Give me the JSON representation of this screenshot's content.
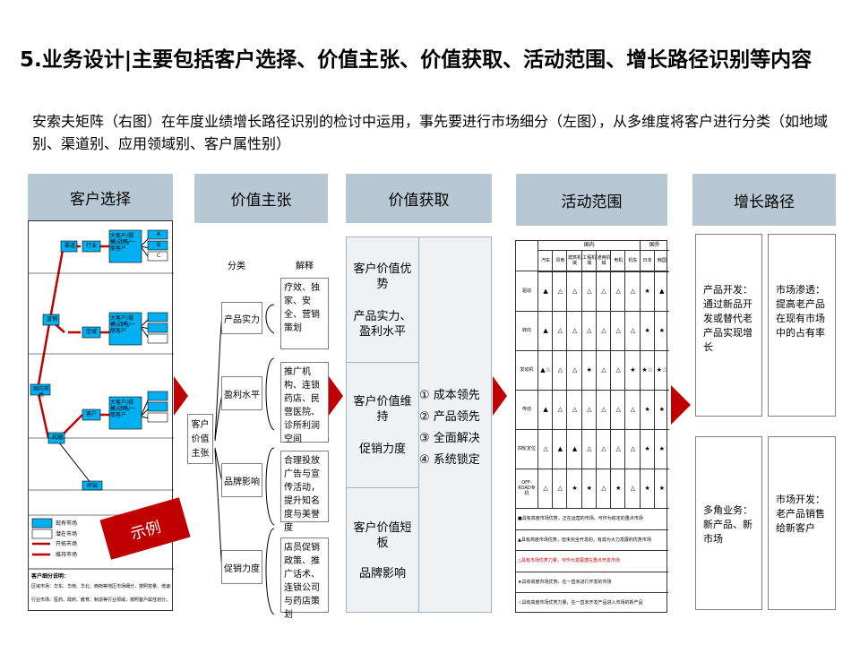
{
  "header": {
    "title": "5.业务设计|主要包括客户选择、价值主张、价值获取、活动范围、增长路径识别等内容",
    "subtitle": "安索夫矩阵（右图）在年度业绩增长路径识别的检讨中运用，事先要进行市场细分（左图），从多维度将客户进行分类（如地域别、渠道别、应用领域别、客户属性别）"
  },
  "columns": {
    "customer": "客户选择",
    "value_prop": "价值主张",
    "value_capture": "价值获取",
    "scope": "活动范围",
    "growth": "增长路径"
  },
  "customer_panel": {
    "stamp": "示例",
    "root": "国内市场",
    "level1": [
      "直销",
      "渠道",
      "代理"
    ],
    "level2": [
      "行业",
      "区域",
      "客户",
      "终端"
    ],
    "leaf_text": "大客户/规模/战略/一般客户",
    "small_tags": [
      "A",
      "B",
      "C"
    ],
    "legend": [
      "现有市场",
      "潜在市场",
      "开拓市场",
      "维持市场"
    ],
    "notes_title": "客户细分说明：",
    "notes": [
      "区域市场：华东、华南、华北、西南等地区市场细分，按照容量、增速划分。",
      "行业市场：医药、政府、教育、制造等行业领域，按照客户属性划分。"
    ]
  },
  "value_prop": {
    "head_category": "分类",
    "head_explain": "解释",
    "center": "客户价值主张",
    "items": [
      {
        "name": "产品实力",
        "explain": "疗效、独家、安全、营销策划"
      },
      {
        "name": "盈利水平",
        "explain": "推广机构、连锁药店、民营医院、诊所利润空间"
      },
      {
        "name": "品牌影响",
        "explain": "合理投放广告与宣传活动，提升知名度与美誉度"
      },
      {
        "name": "促销力度",
        "explain": "店员促销政策、推广话术、连锁公司与药店策划"
      }
    ]
  },
  "value_capture": {
    "left": [
      {
        "title": "客户价值优势",
        "sub": "产品实力、盈利水平"
      },
      {
        "title": "客户价值维持",
        "sub": "促销力度"
      },
      {
        "title": "客户价值短板",
        "sub": "品牌影响"
      }
    ],
    "right": [
      "① 成本领先",
      "② 产品领先",
      "③ 全面解决",
      "④ 系统锁定"
    ]
  },
  "scope": {
    "group_domestic": "国内",
    "group_foreign": "国外",
    "columns": [
      "汽车",
      "风电",
      "建筑机械",
      "工程机械",
      "通用机械",
      "电机",
      "机车",
      "日本",
      "韩国"
    ],
    "rows": [
      {
        "name": "驱动",
        "marks": [
          "▲",
          "△",
          "△",
          "△",
          "△",
          "△",
          "△",
          "★",
          "▲"
        ]
      },
      {
        "name": "转向",
        "marks": [
          "▲",
          "△",
          "△",
          "△",
          "△",
          "△",
          "△",
          "★",
          "★"
        ]
      },
      {
        "name": "发动机",
        "marks": [
          "▲☆",
          "△",
          "△",
          "★",
          "△",
          "△",
          "★",
          "★☆",
          "★☆"
        ]
      },
      {
        "name": "传动",
        "marks": [
          "▲",
          "△",
          "△",
          "△",
          "△",
          "△",
          "△",
          "★",
          "★"
        ]
      },
      {
        "name": "四轮定位",
        "marks": [
          "△",
          "▲",
          "▲",
          "△",
          "△",
          "△",
          "△",
          "★",
          "★"
        ]
      },
      {
        "name": "OFF-ROAD专机",
        "marks": [
          "△",
          "△",
          "★",
          "★",
          "△",
          "★",
          "△",
          "★",
          "★"
        ]
      }
    ],
    "notes": [
      "■具有高度市场优势，正在运营的市场，可作为稳定的重点市场",
      "▲具有高度市场优势，但未完全开发的，有成为大力发展的优势市场",
      "△具有市场优势力量，可作为发展潜在重点开发市场",
      "★具有高度市场优势，在一直未进行开发的市场",
      "☆具有高度市场优势力量，在一直未开发产品进入市场的新产品"
    ],
    "note_colors": [
      "#000000",
      "#000000",
      "#c00000",
      "#000000",
      "#000000"
    ]
  },
  "growth": {
    "top_left": "产品开发：通过新品开发或替代老产品实现增长",
    "top_right": "市场渗透：提高老产品在现有市场中的占有率",
    "bottom_left": "多角业务：新产品、新市场",
    "bottom_right": "市场开发：老产品销售给新客户"
  },
  "colors": {
    "header_bg": "#b7c7d3",
    "arrow_red": "#c00000",
    "cyan": "#00b0f0",
    "capture_bg": "#eef2f5"
  }
}
